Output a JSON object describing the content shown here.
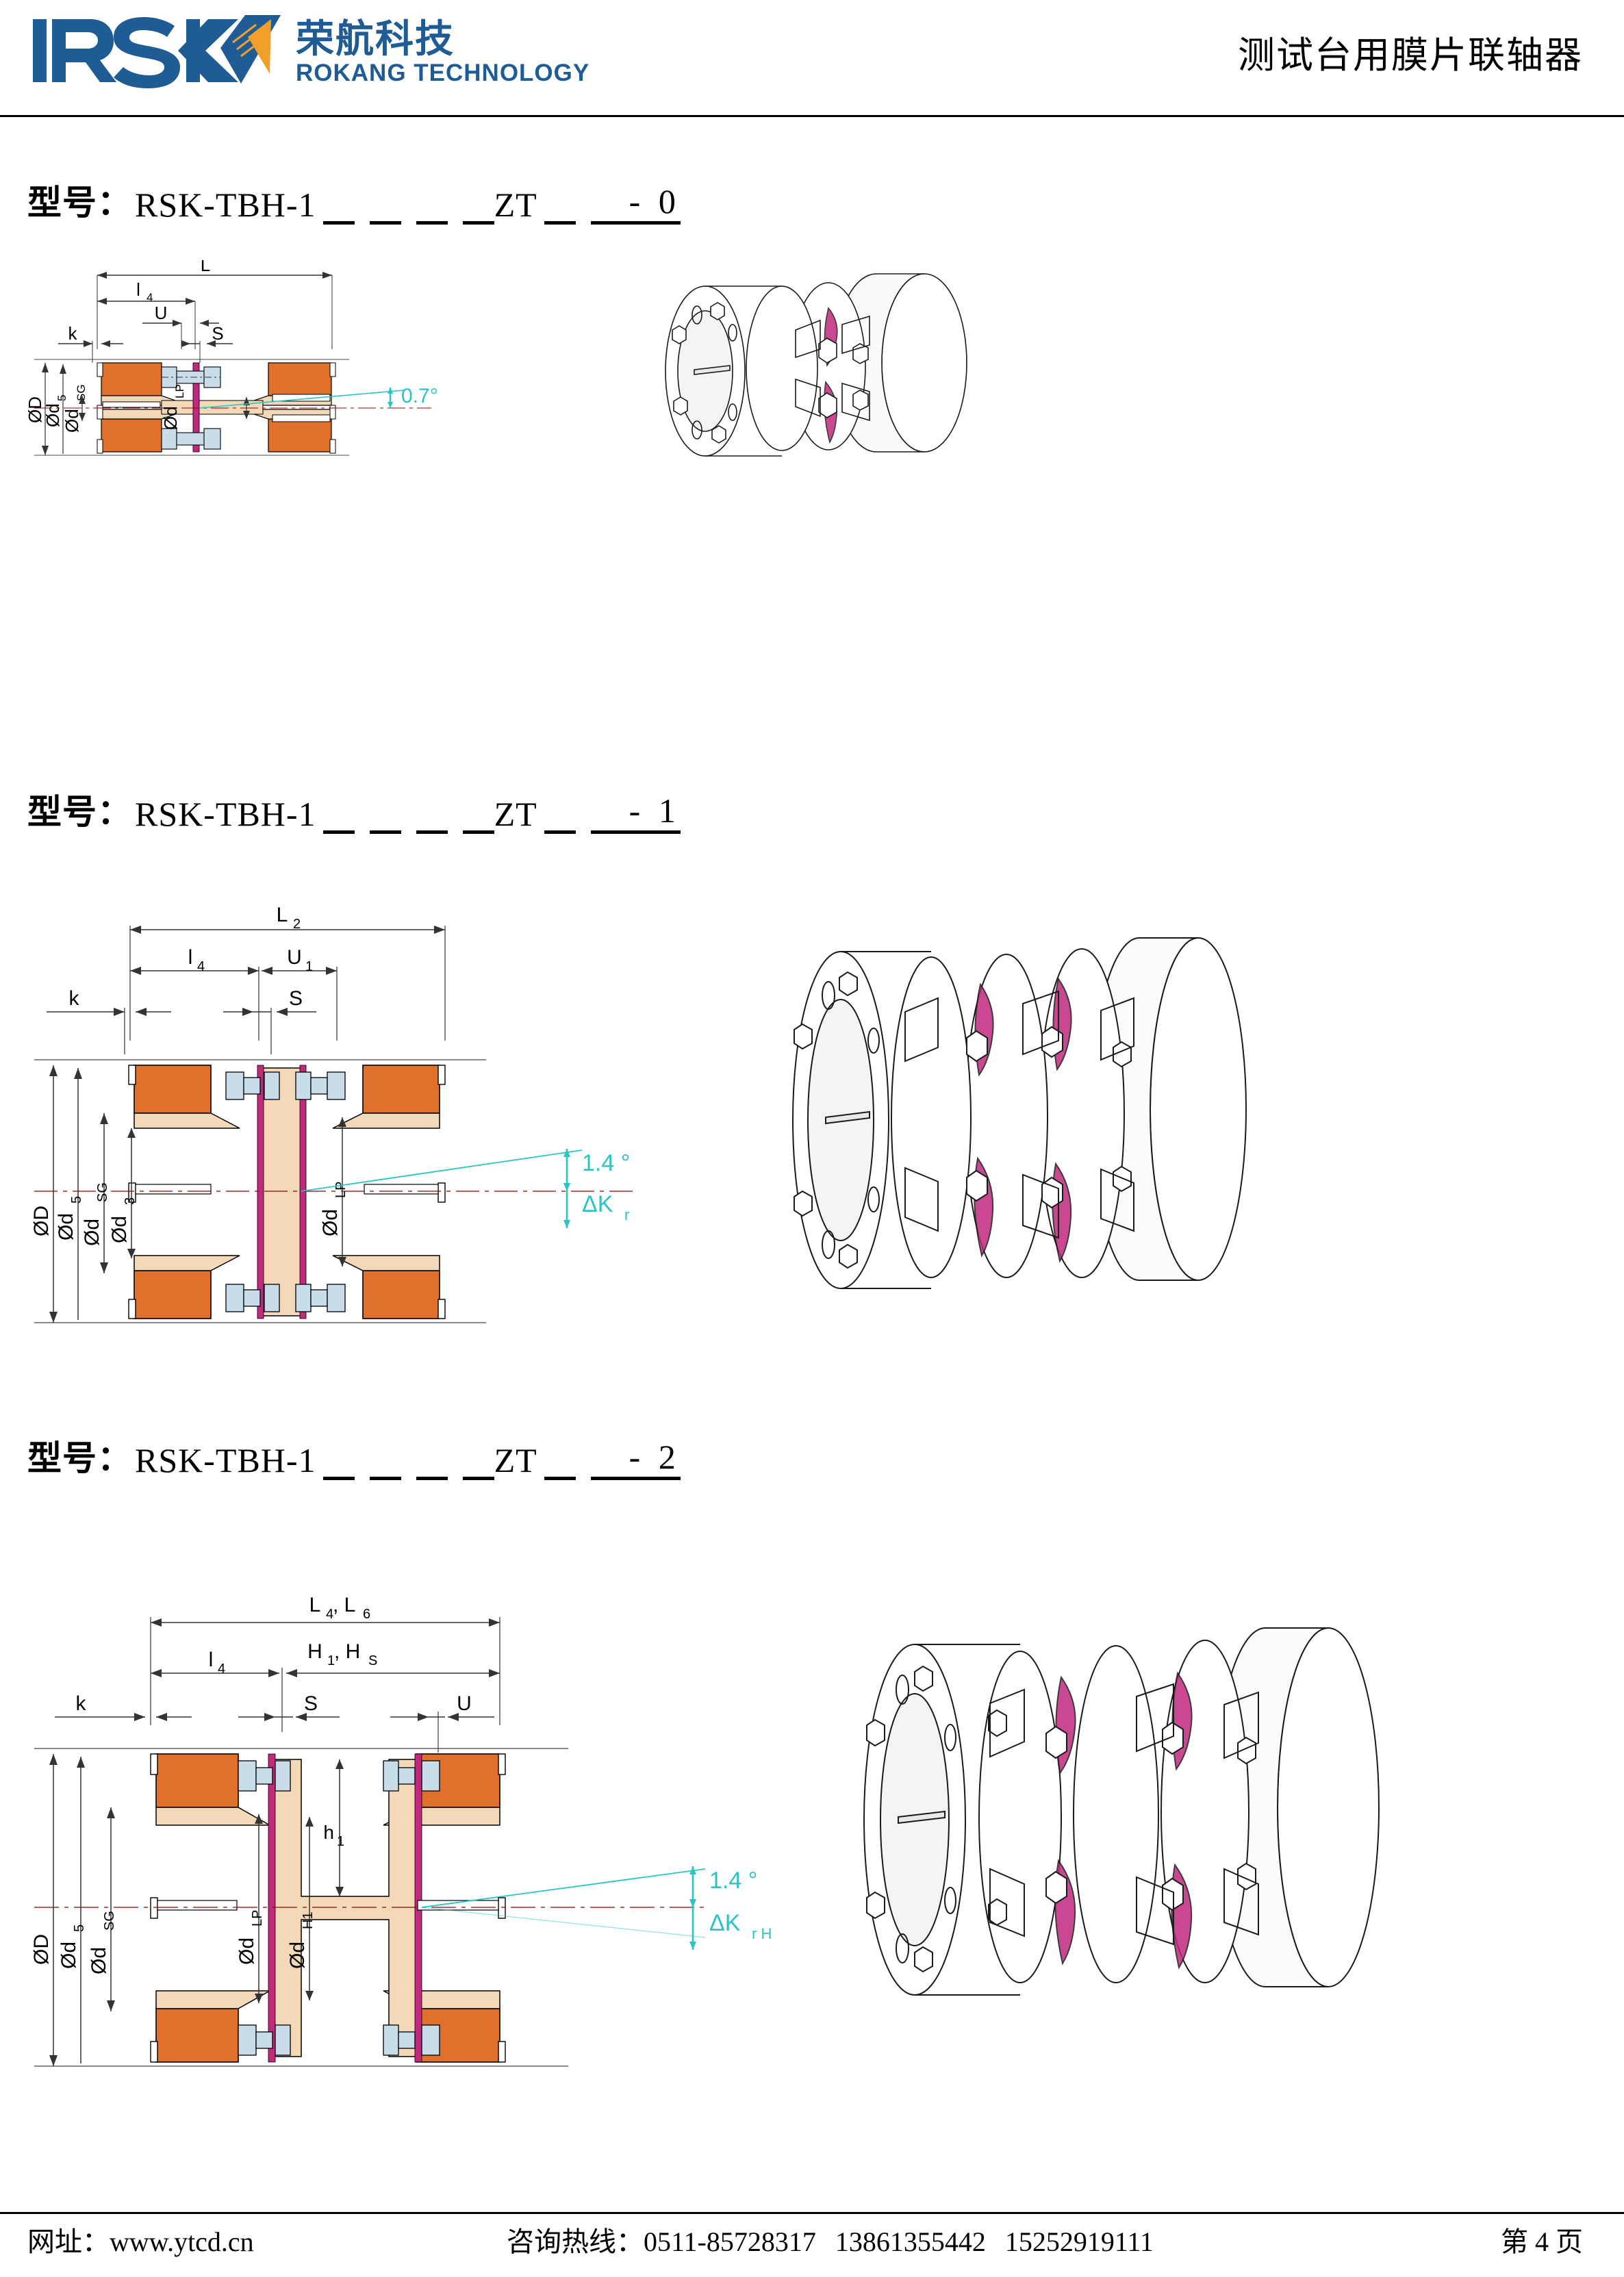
{
  "header": {
    "logo_mark": "RSK",
    "logo_cn": "荣航科技",
    "logo_en": "ROKANG TECHNOLOGY",
    "title": "测试台用膜片联轴器",
    "brand_blue": "#1F5C96",
    "brand_orange": "#F0A02A"
  },
  "sections": [
    {
      "id": "tbh-0",
      "label": "型号：",
      "code": "RSK-TBH-1",
      "mid": "ZT",
      "dash": "-",
      "variant": "0",
      "drawing": {
        "horizontal_dims": [
          "L",
          "l",
          "4",
          "U",
          "k",
          "S"
        ],
        "dim_L": "L",
        "dim_l4_main": "l",
        "dim_l4_sub": "4",
        "dim_U": "U",
        "dim_k": "k",
        "dim_S": "S",
        "vertical_dims": [
          {
            "main": "ØD",
            "sub": ""
          },
          {
            "main": "Ød",
            "sub": "5"
          },
          {
            "main": "Ød",
            "sub": "SG"
          },
          {
            "main": "Ød",
            "sub": "LP"
          }
        ],
        "angle": "0.7°",
        "angle_color": "#2BC4C4",
        "misalignment": ""
      }
    },
    {
      "id": "tbh-1",
      "label": "型号：",
      "code": "RSK-TBH-1",
      "mid": "ZT",
      "dash": "-",
      "variant": "1",
      "drawing": {
        "dim_L": "L",
        "dim_L_sub": "2",
        "dim_l4_main": "l",
        "dim_l4_sub": "4",
        "dim_U": "U",
        "dim_U_sub": "1",
        "dim_k": "k",
        "dim_S": "S",
        "vertical_dims": [
          {
            "main": "ØD",
            "sub": ""
          },
          {
            "main": "Ød",
            "sub": "5"
          },
          {
            "main": "Ød",
            "sub": "SG"
          },
          {
            "main": "Ød",
            "sub": "3"
          },
          {
            "main": "Ød",
            "sub": "LP"
          }
        ],
        "angle": "1.4 °",
        "angle_color": "#2BC4C4",
        "misalignment_main": "ΔK",
        "misalignment_sub": "r"
      }
    },
    {
      "id": "tbh-2",
      "label": "型号：",
      "code": "RSK-TBH-1",
      "mid": "ZT",
      "dash": "-",
      "variant": "2",
      "drawing": {
        "dim_L46_a": "L",
        "dim_L46_a_sub": "4",
        "dim_L46_b": ", L",
        "dim_L46_b_sub": "6",
        "dim_H_a": "H",
        "dim_H_a_sub": "1",
        "dim_H_b": ", H",
        "dim_H_b_sub": "S",
        "dim_l4_main": "l",
        "dim_l4_sub": "4",
        "dim_U": "U",
        "dim_k": "k",
        "dim_S": "S",
        "dim_h1_main": "h",
        "dim_h1_sub": "1",
        "vertical_dims": [
          {
            "main": "ØD",
            "sub": ""
          },
          {
            "main": "Ød",
            "sub": "5"
          },
          {
            "main": "Ød",
            "sub": "SG"
          },
          {
            "main": "Ød",
            "sub": "LP"
          },
          {
            "main": "Ød",
            "sub": "H1"
          }
        ],
        "angle": "1.4 °",
        "angle_color": "#2BC4C4",
        "misalignment_main": "ΔK",
        "misalignment_sub": "r H"
      }
    }
  ],
  "footer": {
    "web_label": "网址：",
    "web_value": "www.ytcd.cn",
    "tel_label": "咨询热线：",
    "tel_1": "0511-85728317",
    "tel_2": "13861355442",
    "tel_3": "15252919111",
    "page": "第 4 页"
  },
  "colors": {
    "hub_orange": "#E0712C",
    "flange_tan": "#F3D9B8",
    "bolt_blue": "#C9DCE9",
    "membrane_magenta": "#C0297E",
    "line_black": "#000000",
    "teal": "#2BC4C4"
  }
}
